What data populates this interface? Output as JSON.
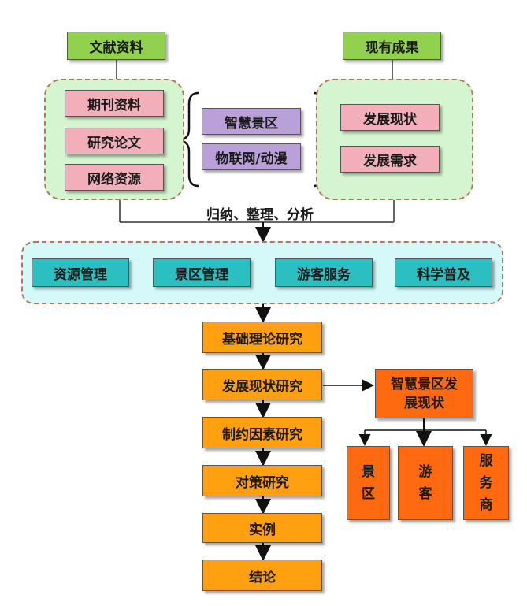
{
  "top": {
    "literature": "文献资料",
    "existing_results": "现有成果"
  },
  "left_panel": {
    "items": [
      "期刊资料",
      "研究论文",
      "网络资源"
    ]
  },
  "center": {
    "items": [
      "智慧景区",
      "物联网/动漫"
    ]
  },
  "right_panel": {
    "items": [
      "发展现状",
      "发展需求"
    ]
  },
  "summary_label": "归纳、整理、分析",
  "categories": [
    "资源管理",
    "景区管理",
    "游客服务",
    "科学普及"
  ],
  "flow": [
    "基础理论研究",
    "发展现状研究",
    "制约因素研究",
    "对策研究",
    "实例",
    "结论"
  ],
  "branch": {
    "title": "智慧景区发展现状",
    "title_line1": "智慧景区发",
    "title_line2": "展现状",
    "children": [
      {
        "chars": [
          "景",
          "区"
        ]
      },
      {
        "chars": [
          "游",
          "客"
        ]
      },
      {
        "chars": [
          "服",
          "务",
          "商"
        ]
      }
    ]
  },
  "colors": {
    "green": "#92d050",
    "pink": "#f2aeb9",
    "purple": "#b9a0d9",
    "teal": "#2cbfc1",
    "orange": "#ffa010",
    "red_orange": "#ff6a10"
  }
}
